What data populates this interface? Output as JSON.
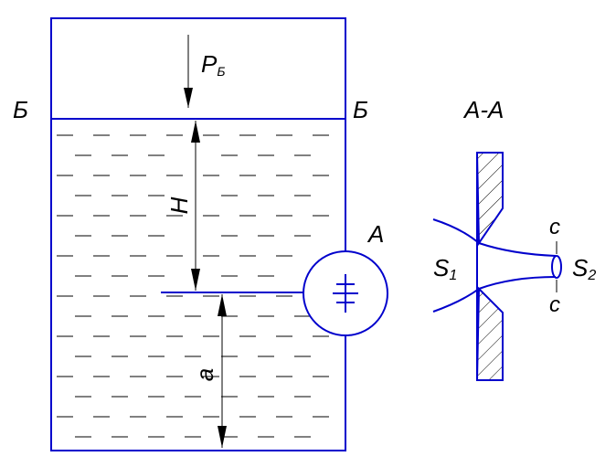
{
  "labels": {
    "pressure_main": "P",
    "pressure_sub": "Б",
    "level_left": "Б",
    "level_right": "Б",
    "section_title": "A-A",
    "height": "H",
    "detail": "A",
    "height_a": "a",
    "s1_main": "S",
    "s1_sub": "1",
    "s2_main": "S",
    "s2_sub": "2",
    "c_top": "c",
    "c_bottom": "c"
  },
  "colors": {
    "line": "#0000cc",
    "text": "#000000"
  }
}
